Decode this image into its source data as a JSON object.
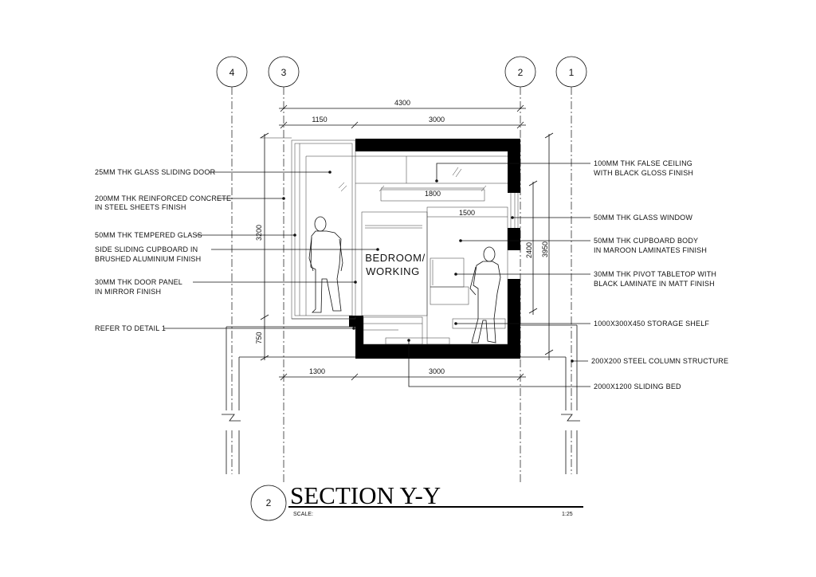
{
  "grid_labels": {
    "g4": "4",
    "g3": "3",
    "g2": "2",
    "g1": "1"
  },
  "dimensions": {
    "top_total": "4300",
    "top_left": "1150",
    "top_right": "3000",
    "inner_1800": "1800",
    "inner_1500": "1500",
    "left_height": "3200",
    "left_base": "750",
    "right_2400": "2400",
    "right_3950": "3950",
    "bottom_left": "1300",
    "bottom_right": "3000"
  },
  "room_label": {
    "line1": "BEDROOM/",
    "line2": "WORKING"
  },
  "left_annotations": {
    "glass_door": "25MM THK GLASS SLIDING DOOR",
    "concrete_1": "200MM THK REINFORCED CONCRETE",
    "concrete_2": "IN STEEL SHEETS FINISH",
    "tempered": "50MM THK TEMPERED GLASS",
    "cupboard_1": "SIDE SLIDING CUPBOARD IN",
    "cupboard_2": "BRUSHED ALUMINIUM FINISH",
    "door_panel_1": "30MM THK DOOR PANEL",
    "door_panel_2": "IN MIRROR FINISH",
    "detail": "REFER TO DETAIL 1"
  },
  "right_annotations": {
    "ceiling_1": "100MM THK FALSE CEILING",
    "ceiling_2": "WITH BLACK GLOSS FINISH",
    "window": "50MM THK GLASS WINDOW",
    "body_1": "50MM THK CUPBOARD BODY",
    "body_2": "IN MAROON LAMINATES FINISH",
    "tabletop_1": "30MM THK PIVOT TABLETOP WITH",
    "tabletop_2": "BLACK LAMINATE IN MATT FINISH",
    "shelf": "1000X300X450 STORAGE SHELF",
    "column": "200X200 STEEL COLUMN STRUCTURE",
    "bed": "2000X1200 SLIDING BED"
  },
  "title_block": {
    "number": "2",
    "title": "SECTION Y-Y",
    "scale_label": "SCALE:",
    "scale_value": "1:25"
  }
}
